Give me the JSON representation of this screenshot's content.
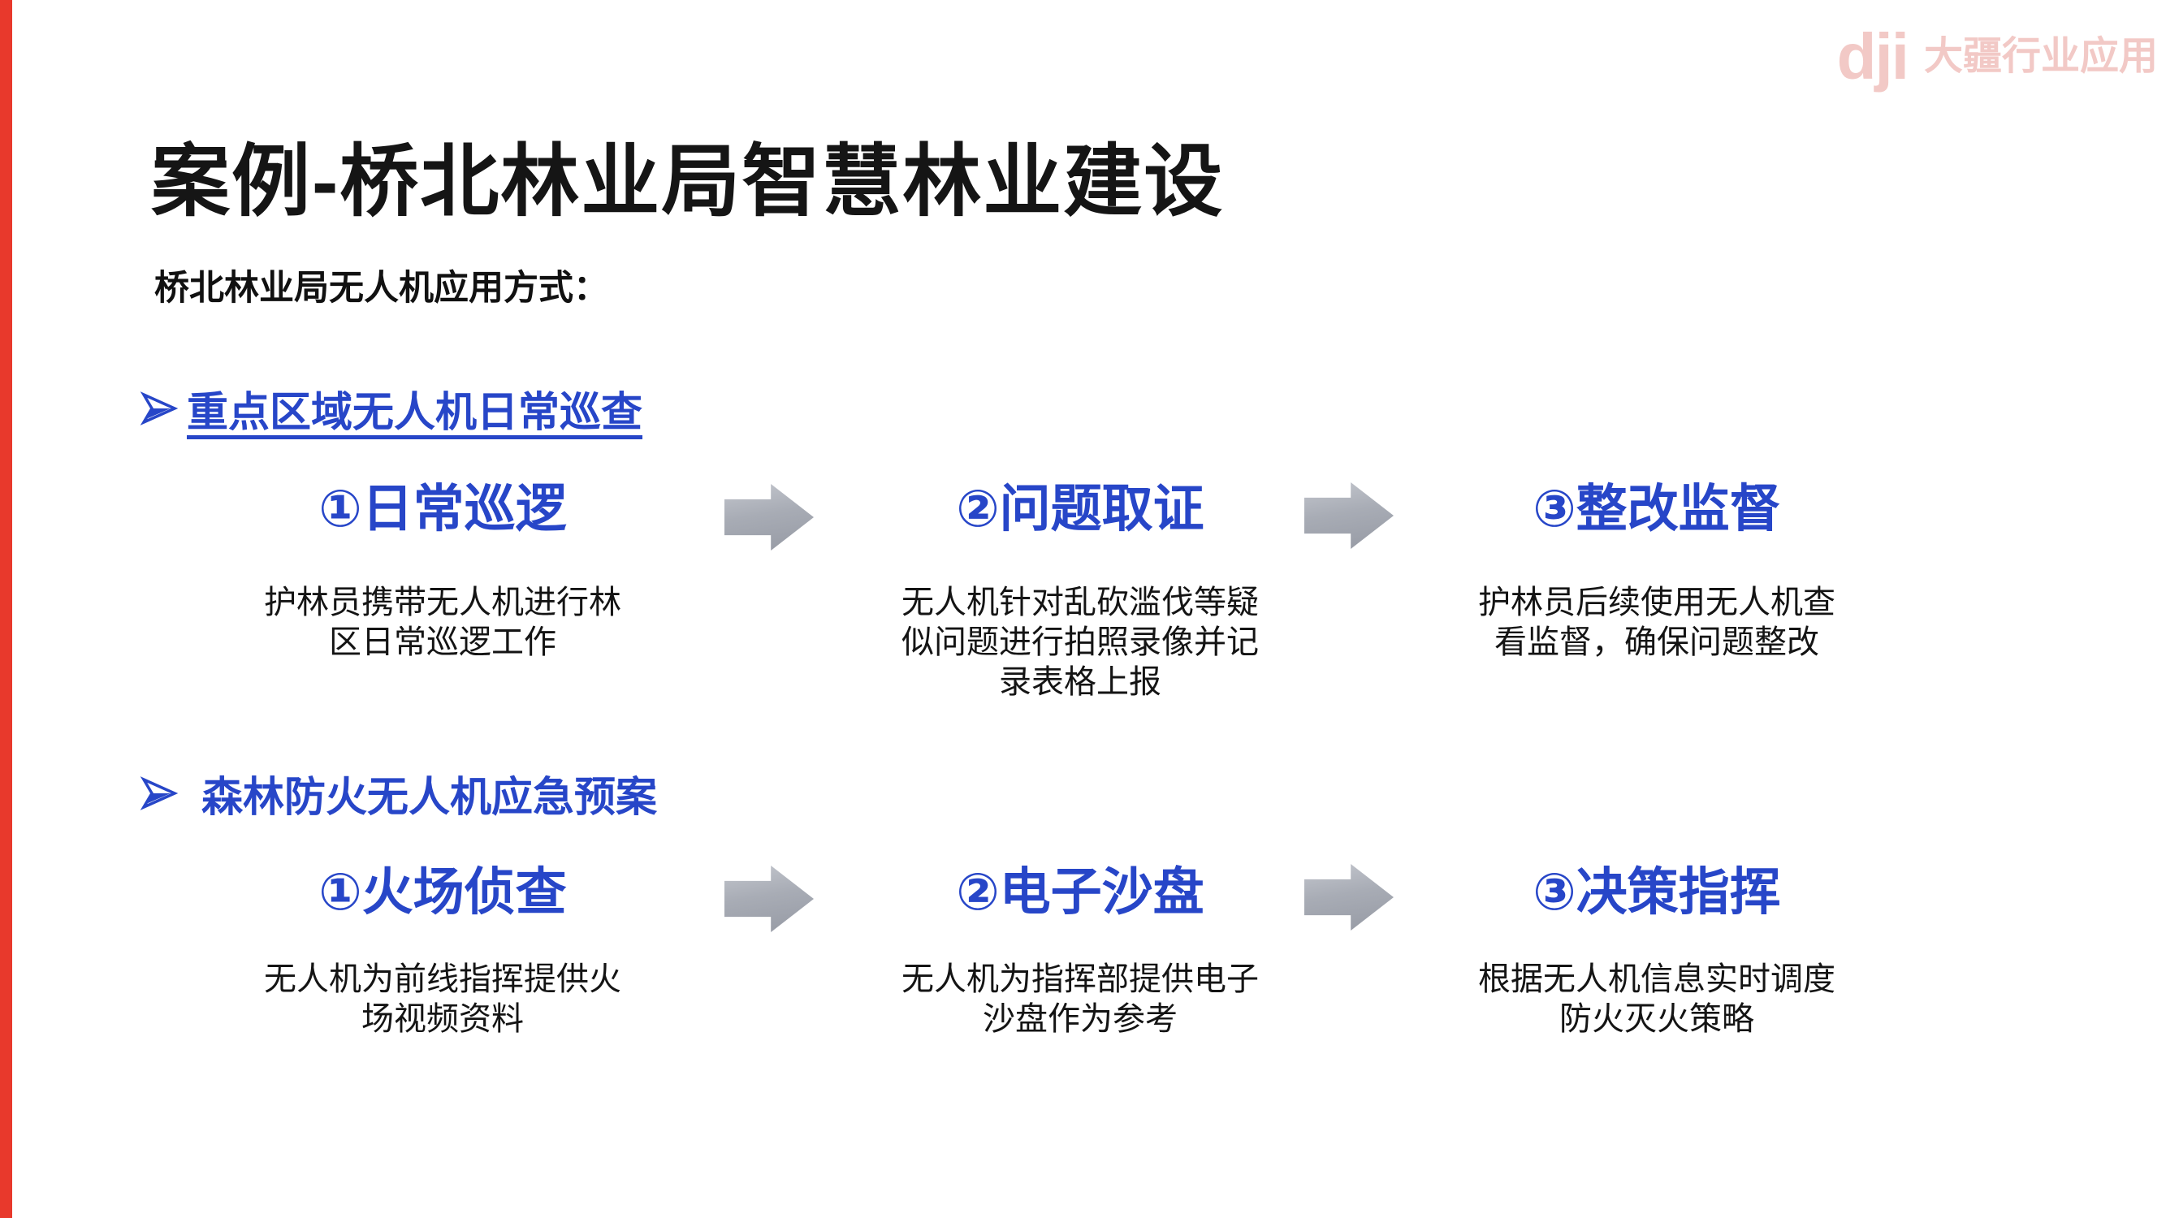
{
  "title": "案例-桥北林业局智慧林业建设",
  "subtitle": "桥北林业局无人机应用方式：",
  "watermark": {
    "brand": "dji",
    "label": "大疆行业应用"
  },
  "colors": {
    "accent_blue": "#2746C8",
    "left_bar_red": "#E8392C",
    "arrow_gray": "#A9ADB5",
    "watermark_red": "#E15C52"
  },
  "sections": [
    {
      "heading": "重点区域无人机日常巡查",
      "steps": [
        {
          "label": "①日常巡逻",
          "desc": "护林员携带无人机进行林\n区日常巡逻工作"
        },
        {
          "label": "②问题取证",
          "desc": "无人机针对乱砍滥伐等疑\n似问题进行拍照录像并记\n录表格上报"
        },
        {
          "label": "③整改监督",
          "desc": "护林员后续使用无人机查\n看监督，确保问题整改"
        }
      ]
    },
    {
      "heading": "森林防火无人机应急预案",
      "steps": [
        {
          "label": "①火场侦查",
          "desc": "无人机为前线指挥提供火\n场视频资料"
        },
        {
          "label": "②电子沙盘",
          "desc": "无人机为指挥部提供电子\n沙盘作为参考"
        },
        {
          "label": "③决策指挥",
          "desc": "根据无人机信息实时调度\n防火灭火策略"
        }
      ]
    }
  ]
}
